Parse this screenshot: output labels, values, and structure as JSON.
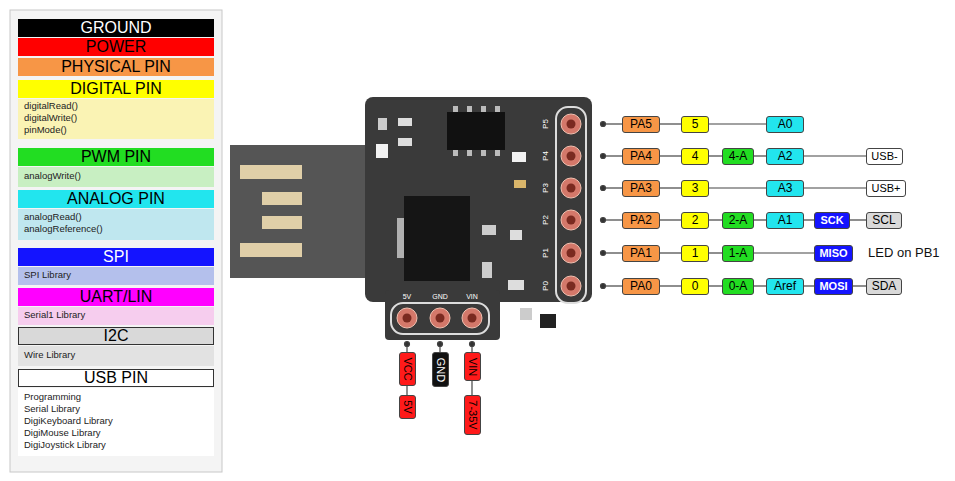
{
  "diagram": {
    "nodes": [
      {
        "text": [
          "PA5"
        ]
      },
      {
        "text": [
          "5"
        ]
      },
      {
        "text": [
          "A0"
        ]
      },
      {
        "text": [
          "PA4"
        ]
      },
      {
        "text": [
          "4"
        ]
      },
      {
        "text": [
          "4-A"
        ]
      },
      {
        "text": [
          "A2"
        ]
      },
      {
        "text": [
          "USB-"
        ]
      },
      {
        "text": [
          "PA3"
        ]
      },
      {
        "text": [
          "3"
        ]
      },
      {
        "text": [
          "A3"
        ]
      },
      {
        "text": [
          "USB+"
        ]
      },
      {
        "text": [
          "PA2"
        ]
      },
      {
        "text": [
          "2"
        ]
      },
      {
        "text": [
          "2-A"
        ]
      },
      {
        "text": [
          "A1"
        ]
      },
      {
        "text": [
          "SCK"
        ]
      },
      {
        "text": [
          "SCL"
        ]
      },
      {
        "text": [
          "PA1"
        ]
      },
      {
        "text": [
          "1"
        ]
      },
      {
        "text": [
          "1-A"
        ]
      },
      {
        "text": [
          "MISO"
        ]
      },
      {
        "text": [
          "PA0"
        ]
      },
      {
        "text": [
          "0"
        ]
      },
      {
        "text": [
          "0-A"
        ]
      },
      {
        "text": [
          "Aref"
        ]
      },
      {
        "text": [
          "MOSI"
        ]
      },
      {
        "text": [
          "SDA"
        ]
      },
      {
        "text": [
          "VCC"
        ]
      },
      {
        "text": [
          "5V"
        ]
      },
      {
        "text": [
          "GND"
        ]
      },
      {
        "text": [
          "VIN"
        ]
      },
      {
        "text": [
          "7-35V"
        ]
      }
    ],
    "edges": [
      {
        "from": 0,
        "to": 1,
        "arrow": "none"
      },
      {
        "from": 1,
        "to": 2,
        "arrow": "none"
      },
      {
        "from": 3,
        "to": 4,
        "arrow": "none"
      },
      {
        "from": 4,
        "to": 5,
        "arrow": "none"
      },
      {
        "from": 5,
        "to": 6,
        "arrow": "none"
      },
      {
        "from": 6,
        "to": 7,
        "arrow": "none"
      },
      {
        "from": 8,
        "to": 9,
        "arrow": "none"
      },
      {
        "from": 9,
        "to": 10,
        "arrow": "none"
      },
      {
        "from": 10,
        "to": 11,
        "arrow": "none"
      },
      {
        "from": 12,
        "to": 13,
        "arrow": "none"
      },
      {
        "from": 13,
        "to": 14,
        "arrow": "none"
      },
      {
        "from": 14,
        "to": 15,
        "arrow": "none"
      },
      {
        "from": 15,
        "to": 16,
        "arrow": "none"
      },
      {
        "from": 16,
        "to": 17,
        "arrow": "none"
      },
      {
        "from": 18,
        "to": 19,
        "arrow": "none"
      },
      {
        "from": 19,
        "to": 20,
        "arrow": "none"
      },
      {
        "from": 20,
        "to": 21,
        "arrow": "none"
      },
      {
        "from": 22,
        "to": 23,
        "arrow": "none"
      },
      {
        "from": 23,
        "to": 24,
        "arrow": "none"
      },
      {
        "from": 24,
        "to": 25,
        "arrow": "none"
      },
      {
        "from": 25,
        "to": 26,
        "arrow": "none"
      },
      {
        "from": 26,
        "to": 27,
        "arrow": "none"
      },
      {
        "from": 28,
        "to": 29,
        "arrow": "none"
      },
      {
        "from": 31,
        "to": 32,
        "arrow": "none"
      }
    ],
    "labels": [
      "digitalRead()",
      "digitalWrite()",
      "pinMode()",
      "analogWrite()",
      "analogRead()",
      "analogReference()",
      "SPI Library",
      "Serial1 Library",
      "Wire Library",
      "Programming",
      "Serial Library",
      "DigiKeyboard Library",
      "DigiMouse Library",
      "DigiJoystick Library",
      "LED on PB1",
      "P5",
      "P4",
      "P3",
      "P2",
      "P1",
      "P0",
      "5V",
      "GND",
      "VIN"
    ],
    "legend": [
      {
        "text": "GROUND",
        "color": "#000000"
      },
      {
        "text": "POWER",
        "color": "#ff0000"
      },
      {
        "text": "PHYSICAL PIN",
        "color": "#f79646"
      },
      {
        "text": "DIGITAL PIN",
        "color": "#ffff00"
      },
      {
        "text": "PWM PIN",
        "color": "#22dd22"
      },
      {
        "text": "ANALOG PIN",
        "color": "#22e5ee"
      },
      {
        "text": "SPI",
        "color": "#1414ff"
      },
      {
        "text": "UART/LIN",
        "color": "#ff00ff"
      },
      {
        "text": "I2C",
        "color": "#d9d9d9"
      },
      {
        "text": "USB PIN",
        "color": "#ffffff"
      }
    ]
  }
}
